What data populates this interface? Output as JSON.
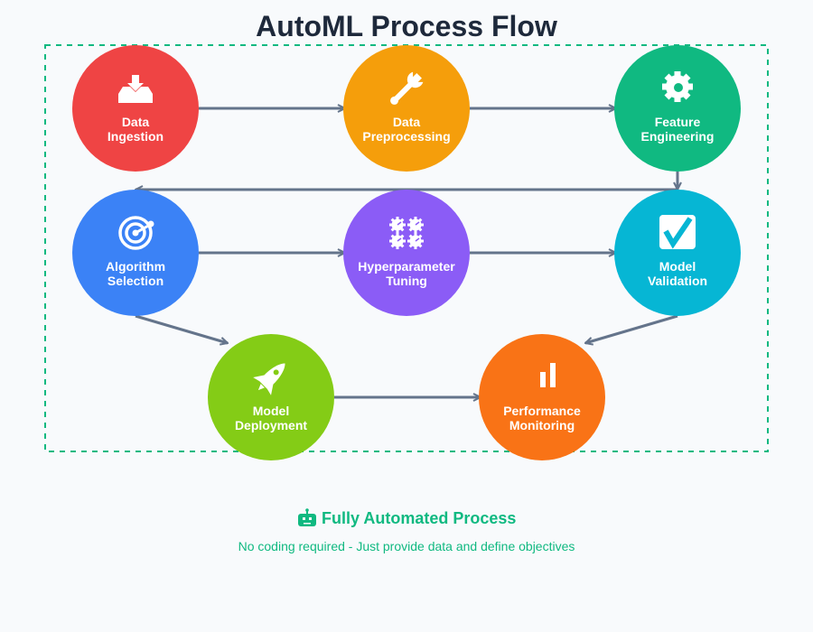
{
  "title": "AutoML Process Flow",
  "colors": {
    "connector": "#64748b",
    "border": "#10b981",
    "title": "#1e293b",
    "footer": "#10b981"
  },
  "nodes": [
    {
      "id": "ingestion",
      "lines": [
        "Data",
        "Ingestion"
      ],
      "icon": "inbox-download-icon",
      "glyph": "📥",
      "color": "#ef4444"
    },
    {
      "id": "preprocessing",
      "lines": [
        "Data",
        "Preprocessing"
      ],
      "icon": "wrench-icon",
      "glyph": "🔧",
      "color": "#f59e0b"
    },
    {
      "id": "feature",
      "lines": [
        "Feature",
        "Engineering"
      ],
      "icon": "gear-icon",
      "glyph": "⚙",
      "color": "#10b981"
    },
    {
      "id": "algorithm",
      "lines": [
        "Algorithm",
        "Selection"
      ],
      "icon": "target-icon",
      "glyph": "◎",
      "color": "#3b82f6"
    },
    {
      "id": "hyperparameter",
      "lines": [
        "Hyperparameter",
        "Tuning"
      ],
      "icon": "dials-icon",
      "glyph": "⚙⚙",
      "color": "#8b5cf6"
    },
    {
      "id": "validation",
      "lines": [
        "Model",
        "Validation"
      ],
      "icon": "checkbox-icon",
      "glyph": "☑",
      "color": "#06b6d4"
    },
    {
      "id": "deployment",
      "lines": [
        "Model",
        "Deployment"
      ],
      "icon": "rocket-icon",
      "glyph": "🚀",
      "color": "#84cc16"
    },
    {
      "id": "monitoring",
      "lines": [
        "Performance",
        "Monitoring"
      ],
      "icon": "bar-chart-icon",
      "glyph": "▮",
      "color": "#f97316"
    }
  ],
  "edges": [
    {
      "from": "ingestion",
      "to": "preprocessing"
    },
    {
      "from": "preprocessing",
      "to": "feature"
    },
    {
      "from": "feature",
      "to": "validation"
    },
    {
      "from": "feature",
      "to": "algorithm"
    },
    {
      "from": "algorithm",
      "to": "hyperparameter"
    },
    {
      "from": "hyperparameter",
      "to": "validation"
    },
    {
      "from": "algorithm",
      "to": "deployment"
    },
    {
      "from": "validation",
      "to": "monitoring"
    },
    {
      "from": "deployment",
      "to": "monitoring"
    }
  ],
  "footer": {
    "icon": "robot-icon",
    "title": "Fully Automated Process",
    "subtitle": "No coding required - Just provide data and define objectives"
  }
}
